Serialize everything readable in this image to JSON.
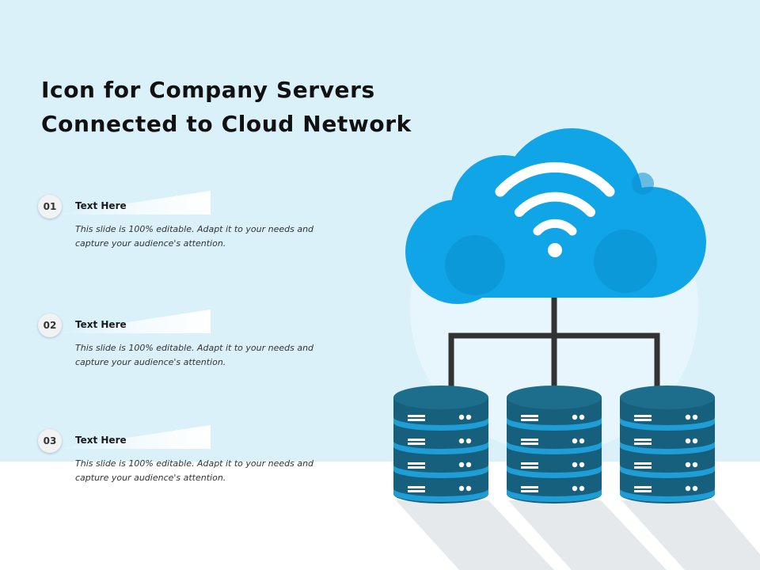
{
  "slide": {
    "title": "Icon for Company Servers Connected to Cloud Network",
    "items": [
      {
        "number": "01",
        "heading": "Text Here",
        "description": "This slide is 100% editable. Adapt it to your needs and capture your audience's attention."
      },
      {
        "number": "02",
        "heading": "Text Here",
        "description": "This slide is 100% editable. Adapt it to your needs and capture your audience's attention."
      },
      {
        "number": "03",
        "heading": "Text Here",
        "description": "This slide is 100% editable. Adapt it to your needs and capture your audience's attention."
      }
    ]
  },
  "illustration": {
    "icons": [
      "cloud-icon",
      "wifi-icon",
      "server-stack-icon"
    ],
    "server_count": 3,
    "colors": {
      "background": "#dbf1fa",
      "cloud": "#0fa5e6",
      "cloud_shade": "#0a8fd0",
      "server_top": "#1d6d8c",
      "server_band": "#1f9dd6",
      "server_body": "#17607d",
      "connector": "#333333"
    }
  }
}
